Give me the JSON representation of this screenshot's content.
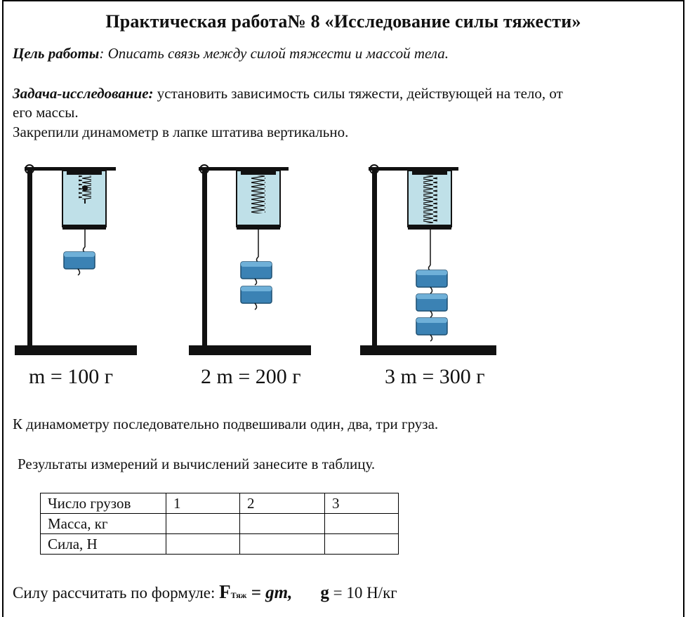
{
  "title": "Практическая работа№ 8 «Исследование силы тяжести»",
  "goal": {
    "label": "Цель работы",
    "text": ": Описать связь между силой тяжести и массой тела."
  },
  "task": {
    "label": "Задача-исследование:",
    "text_line1": " установить зависимость силы тяжести, действующей на тело, от",
    "text_line2": "его массы."
  },
  "setup_text": "Закрепили  динамометр в лапке штатива вертикально.",
  "captions": [
    "m = 100 г",
    "2 m = 200 г",
    "3 m = 300 г"
  ],
  "procedure_text": "К динамометру последовательно подвешивали  один, два, три груза.",
  "instruction_text": "Результаты измерений  и вычислений занесите в таблицу.",
  "table": {
    "header": [
      "Число грузов",
      "1",
      "2",
      "3"
    ],
    "rows": [
      [
        "Масса,   кг",
        "",
        "",
        ""
      ],
      [
        "Сила,    Н",
        "",
        "",
        ""
      ]
    ]
  },
  "formula": {
    "prefix": "Силу рассчитать по формуле: ",
    "F": "F",
    "F_sub": "Тяж",
    "eq": " = gm",
    "comma": ",",
    "g": "g",
    "g_value": " = 10 Н/кг"
  },
  "colors": {
    "weight": "#3b82b4",
    "frame": "#000000",
    "tube": "#bfe0e8"
  }
}
